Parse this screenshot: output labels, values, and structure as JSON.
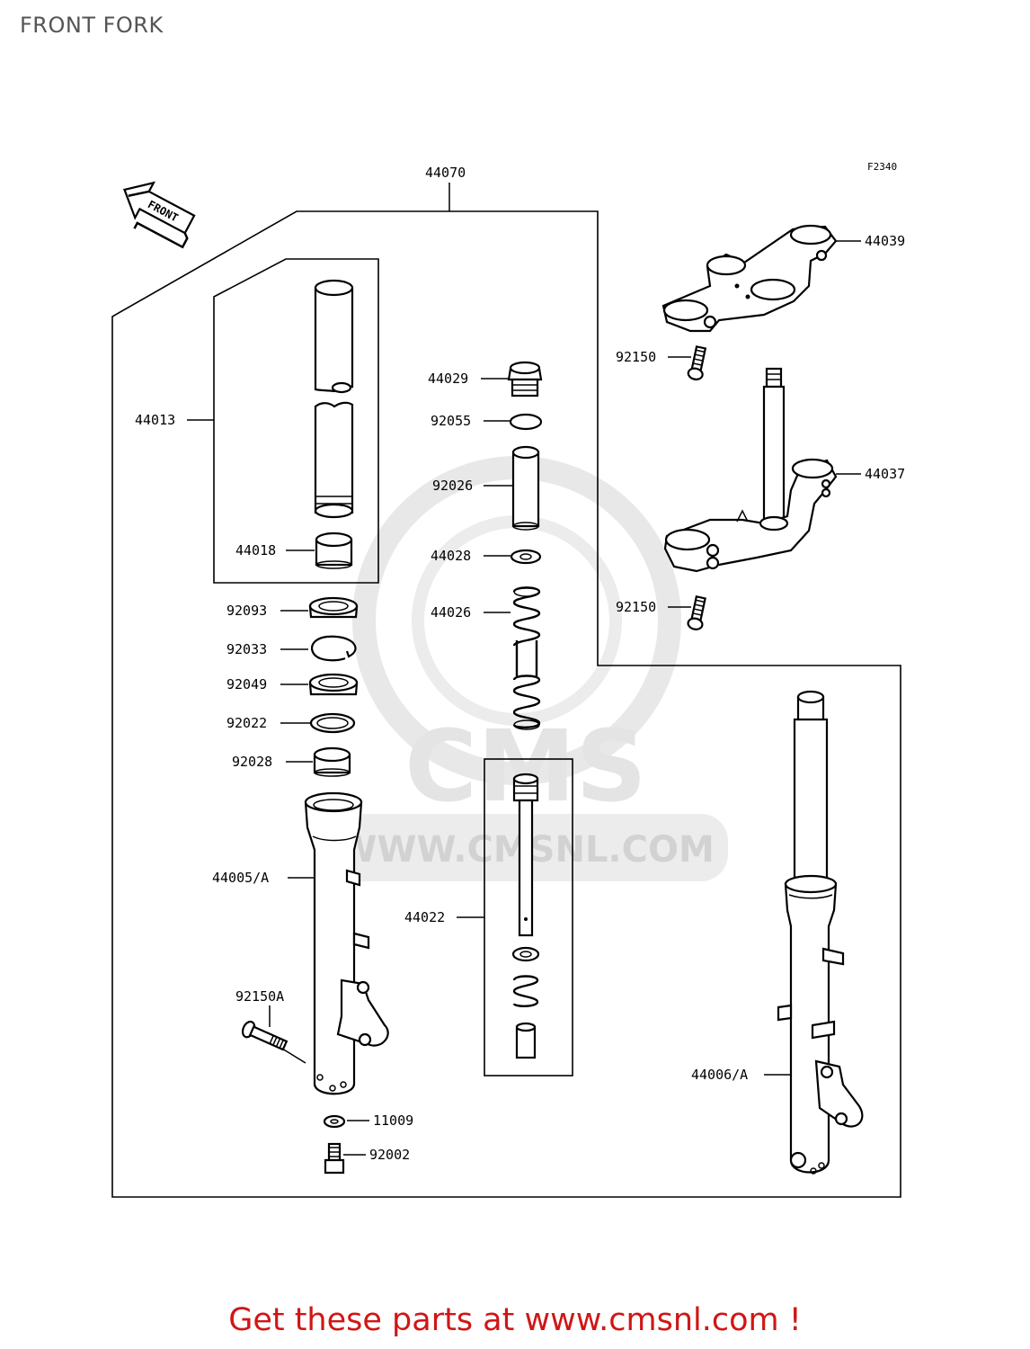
{
  "title": "FRONT FORK",
  "figure_code": "F2340",
  "direction_arrow_label": "FRONT",
  "footer": {
    "prefix": "Get these parts at ",
    "link": "www.cmsnl.com",
    "suffix": " !"
  },
  "watermark": {
    "brand": "CMS",
    "url": "WWW.CMSNL.COM"
  },
  "parts": {
    "p44070": "44070",
    "p44039": "44039",
    "p92150_top": "92150",
    "p44037": "44037",
    "p92150_mid": "92150",
    "p44013": "44013",
    "p44018": "44018",
    "p44029": "44029",
    "p92055": "92055",
    "p92026": "92026",
    "p44028": "44028",
    "p44026": "44026",
    "p92093": "92093",
    "p92033": "92033",
    "p92049": "92049",
    "p92022": "92022",
    "p92028": "92028",
    "p44005A": "44005/A",
    "p44022": "44022",
    "p92150A": "92150A",
    "p11009": "11009",
    "p92002": "92002",
    "p44006A": "44006/A"
  },
  "colors": {
    "title": "#555555",
    "footer": "#d01616",
    "line": "#000000",
    "watermark": "#e4e4e4"
  }
}
